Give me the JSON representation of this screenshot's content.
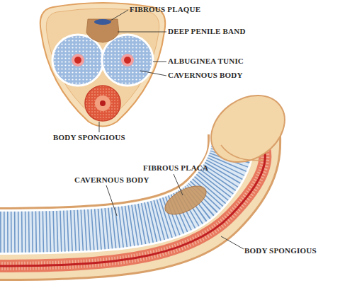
{
  "diagram": {
    "labels": [
      "FIBROUS PLAQUE",
      "DEEP PENILE BAND",
      "ALBUGINEA TUNIC",
      "CAVERNOUS BODY",
      "BODY SPONGIOUS",
      "FIBROUS PLACA",
      "CAVERNOUS BODY",
      "BODY SPONGIOUS"
    ]
  }
}
